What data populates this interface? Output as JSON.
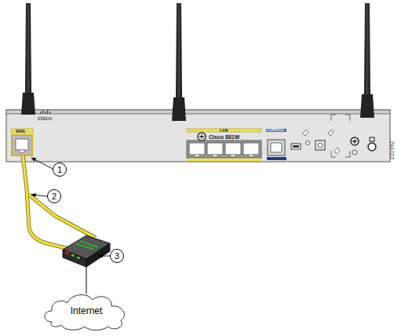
{
  "diagram": {
    "nodes": [
      {
        "text": [
          "1"
        ]
      },
      {
        "text": [
          "2"
        ]
      },
      {
        "text": [
          "3"
        ]
      },
      {
        "text": [
          "Internet"
        ]
      }
    ],
    "labels": [
      "cisco",
      "Cisco 881W",
      "WAN",
      "LAN",
      "CONSOLE",
      "231992"
    ]
  }
}
